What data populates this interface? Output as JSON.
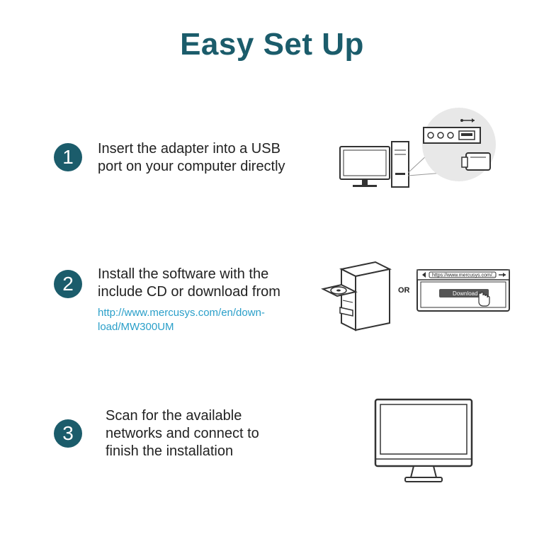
{
  "title": "Easy Set Up",
  "steps": [
    {
      "number": "1",
      "lines": [
        "Insert the adapter into a USB",
        "port on your computer directly"
      ],
      "illustration": "computer-usb-adapter-icon"
    },
    {
      "number": "2",
      "lines": [
        "Install the software with the",
        "include CD or download from"
      ],
      "link_lines": [
        "http://www.mercusys.com/en/down-",
        "load/MW300UM"
      ],
      "or_label": "OR",
      "browser_url": "https://www.mercusys.com/...",
      "download_label": "Download",
      "illustration": "cd-drive-icon"
    },
    {
      "number": "3",
      "lines": [
        "Scan for the available",
        "networks and connect to",
        "finish the installation"
      ],
      "illustration": "monitor-icon"
    }
  ],
  "colors": {
    "accent": "#1b5c6b",
    "link": "#2a9fc9",
    "text": "#222222"
  }
}
